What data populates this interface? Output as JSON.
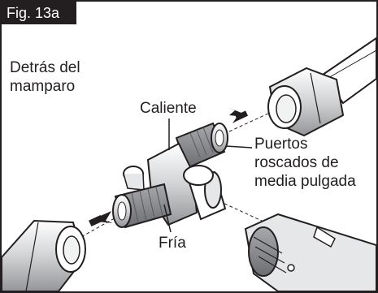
{
  "figure": {
    "tab_label": "Fig. 13a",
    "behind_wall_line1": "Detrás del",
    "behind_wall_line2": "mamparo",
    "hot_label": "Caliente",
    "cold_label": "Fría",
    "ports_line1": "Puertos",
    "ports_line2": "roscados de",
    "ports_line3": "media pulgada"
  },
  "colors": {
    "ink": "#231f20",
    "metal_light": "#ffffff",
    "metal_mid": "#bcbec0",
    "metal_dark": "#808285",
    "hose": "#e6e7e8"
  }
}
